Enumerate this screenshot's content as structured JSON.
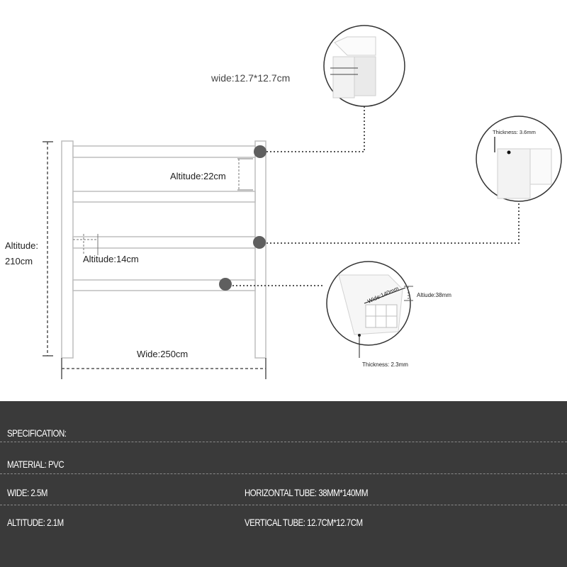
{
  "diagram": {
    "labels": {
      "post_size": "wide:12.7*12.7cm",
      "altitude_rail_gap": "Altitude:22cm",
      "altitude_total_1": "Altitude:",
      "altitude_total_2": "210cm",
      "altitude_offset": "Altitude:14cm",
      "wide_total": "Wide:250cm",
      "thickness_post": "Thickness:  3.6mm",
      "rail_width": "Wide:140mm",
      "rail_altitude": "Altiude:38mm",
      "thickness_rail": "Thickness:  2.3mm"
    },
    "colors": {
      "frame_stroke": "#b9b9b9",
      "dimension_line": "#555555",
      "marker": "#5a5a5a",
      "callout_stroke": "#333333"
    }
  },
  "specification": {
    "heading": "SPECIFICATION:",
    "material": "MATERIAL: PVC",
    "wide": "WIDE: 2.5M",
    "horizontal_tube": "HORIZONTAL TUBE: 38MM*140MM",
    "altitude": "ALTITUDE: 2.1M",
    "vertical_tube": "VERTICAL TUBE: 12.7CM*12.7CM",
    "colors": {
      "background": "#3a3a3a",
      "text": "#ffffff"
    }
  }
}
